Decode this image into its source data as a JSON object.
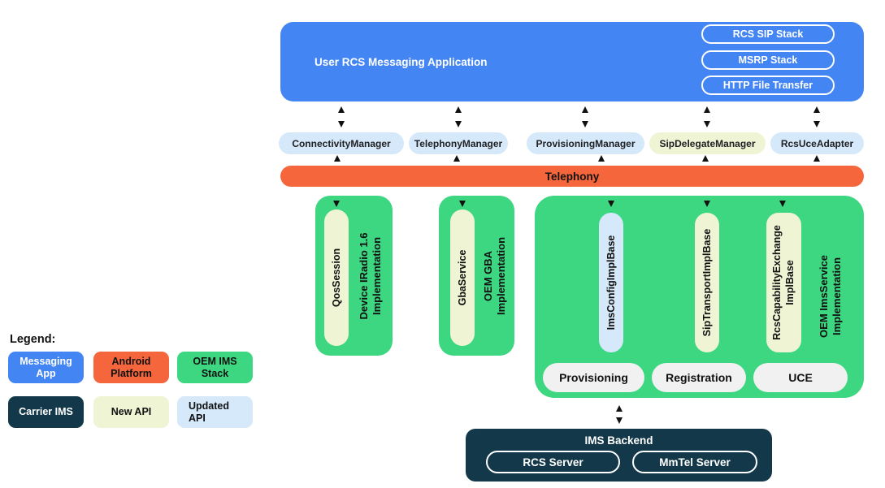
{
  "colors": {
    "messaging_app_blue": "#4485F4",
    "android_platform_orange": "#F5663C",
    "oem_ims_stack_green": "#3DD681",
    "carrier_ims_navy": "#123849",
    "new_api_yellow": "#EFF4D5",
    "updated_api_blue": "#D6E9FB",
    "neutral_pill_gray": "#F1F1F1"
  },
  "app_box": {
    "title": "User RCS Messaging Application",
    "stack_pills": [
      "RCS SIP Stack",
      "MSRP Stack",
      "HTTP File Transfer"
    ]
  },
  "managers": [
    {
      "label": "ConnectivityManager",
      "api": "updated"
    },
    {
      "label": "TelephonyManager",
      "api": "updated"
    },
    {
      "label": "ProvisioningManager",
      "api": "updated"
    },
    {
      "label": "SipDelegateManager",
      "api": "new"
    },
    {
      "label": "RcsUceAdapter",
      "api": "updated"
    }
  ],
  "telephony": {
    "label": "Telephony"
  },
  "radio_box": {
    "pill": "QosSession",
    "impl_lines": [
      "Device IRadio 1.6",
      "Implementation"
    ]
  },
  "gba_box": {
    "pill": "GbaService",
    "impl_lines": [
      "OEM GBA",
      "Implementation"
    ]
  },
  "ims_service_box": {
    "pills": [
      {
        "lines": [
          "ImsConfigImplBase"
        ],
        "api": "updated"
      },
      {
        "lines": [
          "SipTransportImplBase"
        ],
        "api": "new"
      },
      {
        "lines": [
          "RcsCapabilityExchange",
          "ImplBase"
        ],
        "api": "new"
      }
    ],
    "impl_lines": [
      "OEM ImsService",
      "Implementation"
    ],
    "feature_pills": [
      "Provisioning",
      "Registration",
      "UCE"
    ]
  },
  "ims_backend": {
    "title": "IMS Backend",
    "servers": [
      "RCS Server",
      "MmTel Server"
    ]
  },
  "legend": {
    "title": "Legend:",
    "items": [
      {
        "lines": [
          "Messaging",
          "App"
        ]
      },
      {
        "lines": [
          "Android",
          "Platform"
        ]
      },
      {
        "lines": [
          "OEM IMS",
          "Stack"
        ]
      },
      {
        "lines": [
          "Carrier IMS"
        ]
      },
      {
        "lines": [
          "New API"
        ]
      },
      {
        "lines": [
          "Updated",
          "API"
        ]
      }
    ]
  }
}
